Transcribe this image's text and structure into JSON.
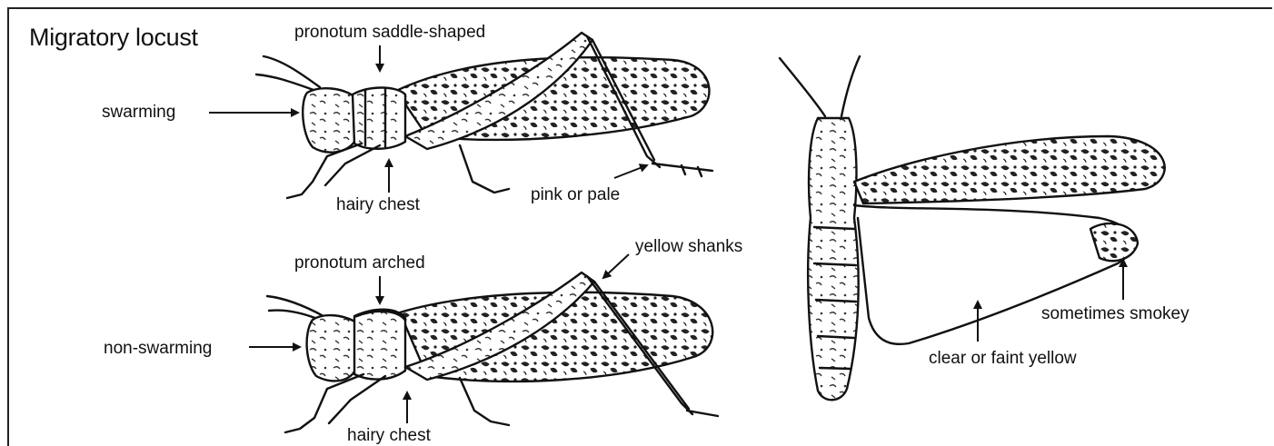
{
  "title": "Migratory locust",
  "labels": {
    "pronotum_saddle": "pronotum saddle-shaped",
    "swarming": "swarming",
    "hairy_chest_top": "hairy chest",
    "pink_or_pale": "pink or pale",
    "pronotum_arched": "pronotum arched",
    "yellow_shanks": "yellow shanks",
    "non_swarming": "non-swarming",
    "hairy_chest_bottom": "hairy chest",
    "sometimes_smokey": "sometimes smokey",
    "clear_or_faint_yellow": "clear or faint yellow"
  }
}
